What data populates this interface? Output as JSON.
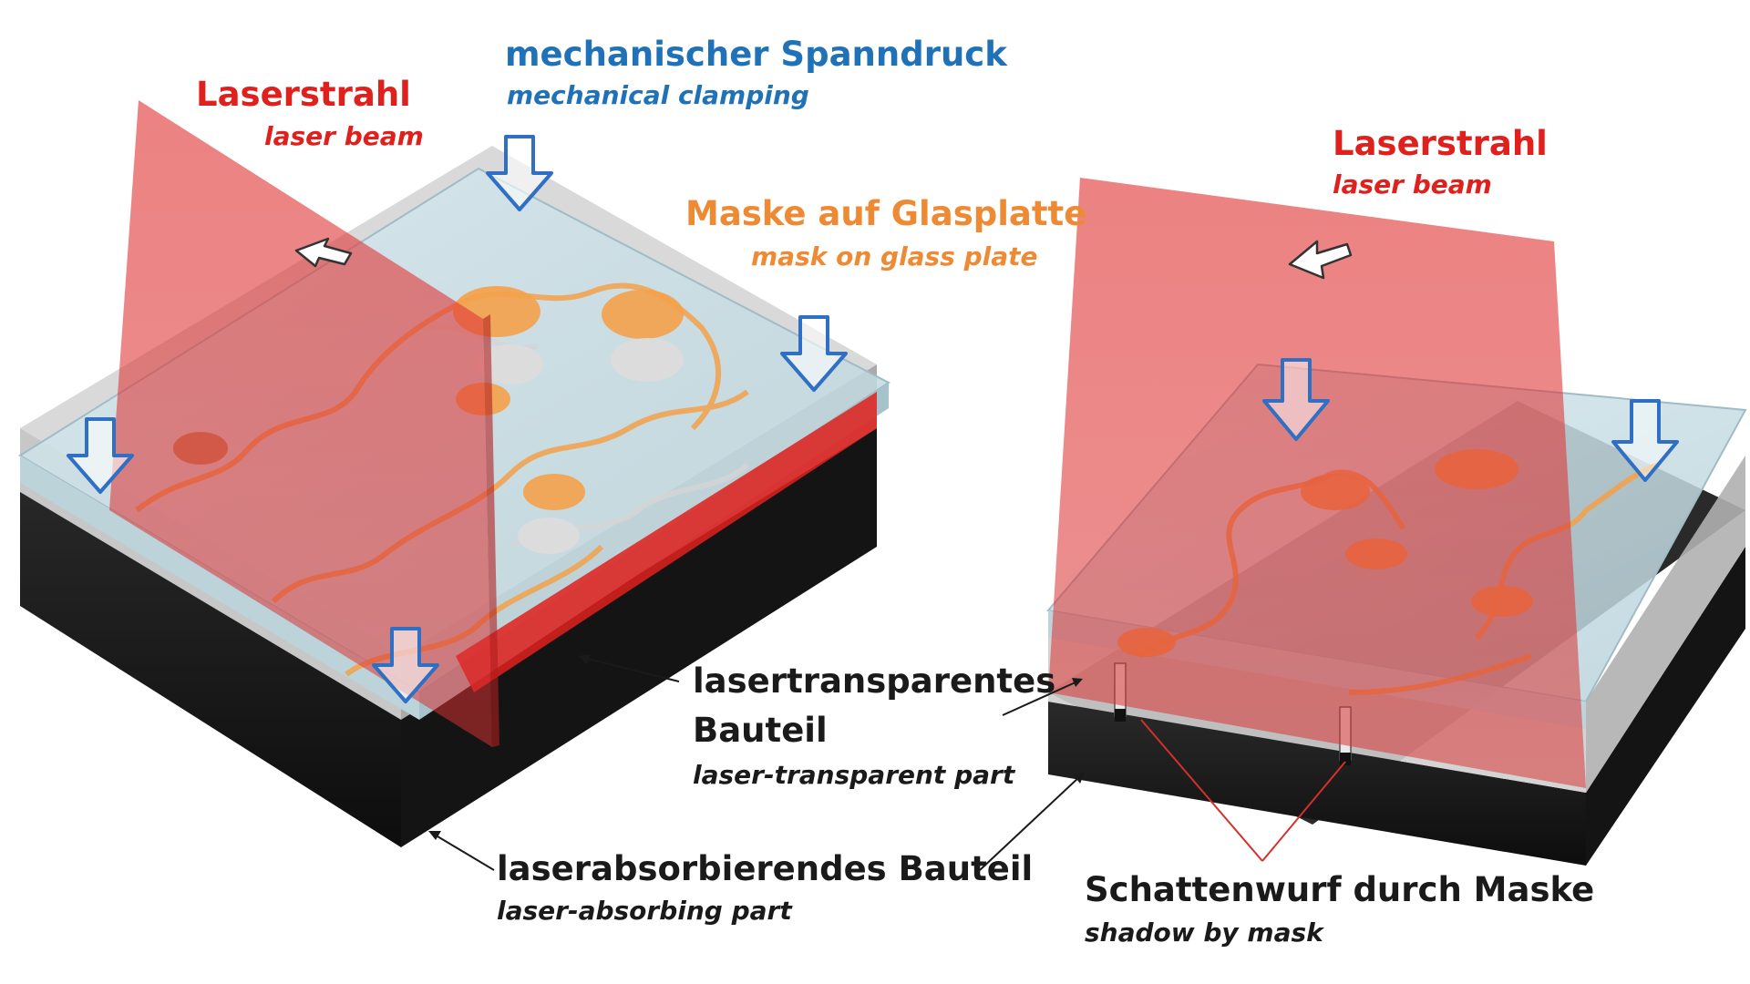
{
  "labels": {
    "clamping_de": "mechanischer Spanndruck",
    "clamping_en": "mechanical clamping",
    "laser_left_de": "Laserstrahl",
    "laser_left_en": "laser beam",
    "mask_de": "Maske auf Glasplatte",
    "mask_en": "mask on glass plate",
    "laser_right_de": "Laserstrahl",
    "laser_right_en": "laser beam",
    "transparent_de_1": "lasertransparentes",
    "transparent_de_2": "Bauteil",
    "transparent_en": "laser-transparent part",
    "absorbing_de": "laserabsorbierendes Bauteil",
    "absorbing_en": "laser-absorbing part",
    "shadow_de": "Schattenwurf durch Maske",
    "shadow_en": "shadow by mask"
  },
  "colors": {
    "label_blue": "#1f72b8",
    "label_red": "#e0201c",
    "label_orange": "#ef8a34",
    "laser_red": "#e03a3a",
    "mask_orange": "#f4a14a",
    "absorbing_black": "#1b1b1b",
    "glass": "#cfe3ea",
    "arrow_blue": "#2f6fc4"
  },
  "icons": [
    "clamp-arrow-icon",
    "laser-direction-arrow-icon"
  ]
}
